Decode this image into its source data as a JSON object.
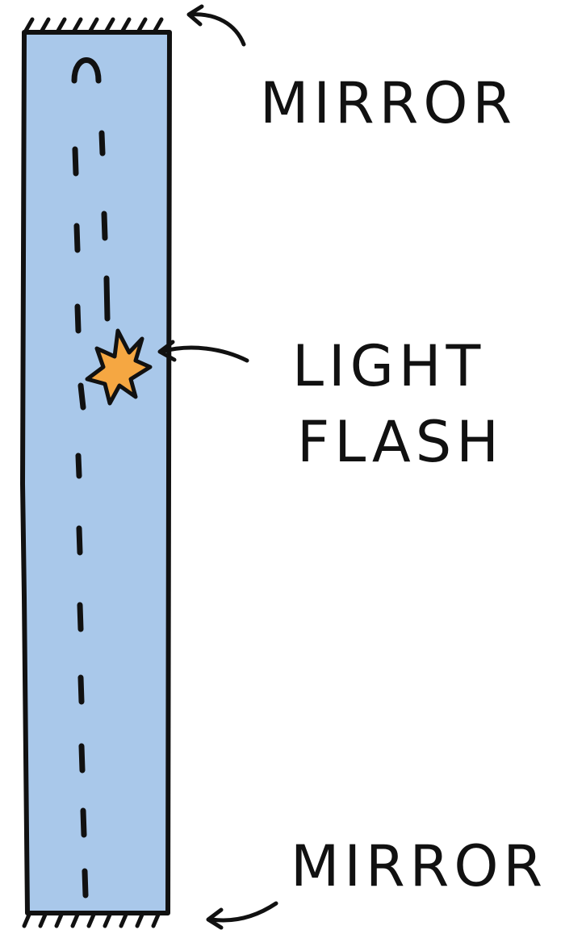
{
  "labels": {
    "mirror_top": "MIRROR",
    "light_flash_line1": "LIGHT",
    "light_flash_line2": "FLASH",
    "mirror_bottom": "MIRROR"
  },
  "colors": {
    "tube_fill": "#a9c8ea",
    "flash_fill": "#f5a742",
    "ink": "#111111"
  }
}
